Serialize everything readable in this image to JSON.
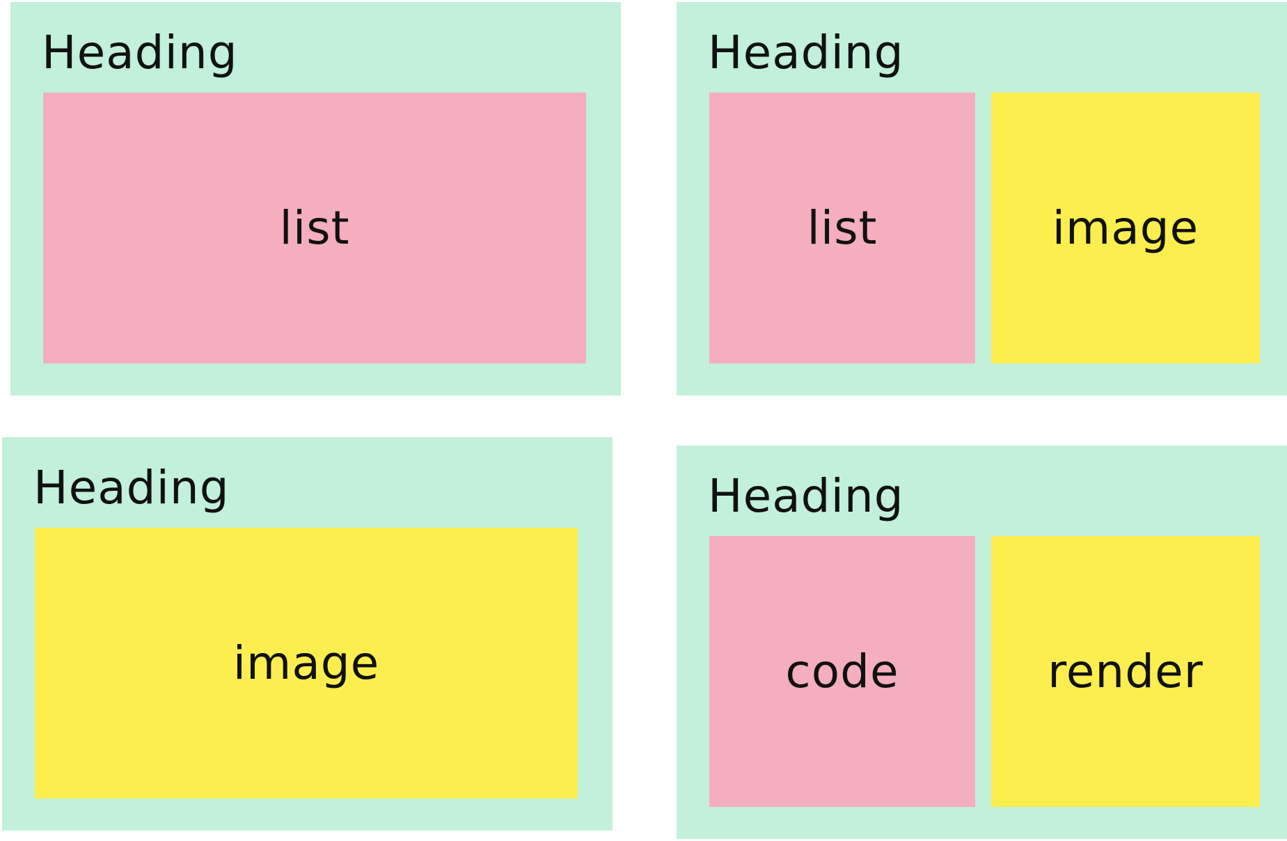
{
  "colors": {
    "card_background": "#c2f0da",
    "list_block": "#f4aebd",
    "image_block": "#fcee4f",
    "text": "#111111"
  },
  "layouts": [
    {
      "heading": "Heading",
      "blocks": [
        {
          "label": "list",
          "color": "pink"
        }
      ]
    },
    {
      "heading": "Heading",
      "blocks": [
        {
          "label": "list",
          "color": "pink"
        },
        {
          "label": "image",
          "color": "yellow"
        }
      ]
    },
    {
      "heading": "Heading",
      "blocks": [
        {
          "label": "image",
          "color": "yellow"
        }
      ]
    },
    {
      "heading": "Heading",
      "blocks": [
        {
          "label": "code",
          "color": "pink"
        },
        {
          "label": "render",
          "color": "yellow"
        }
      ]
    }
  ]
}
